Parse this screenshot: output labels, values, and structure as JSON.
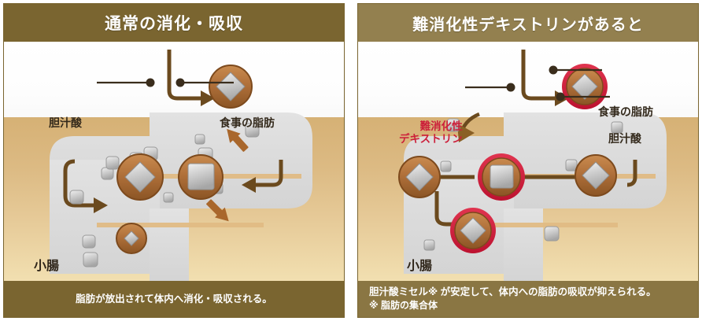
{
  "panels": [
    {
      "id": "normal",
      "header_title": "通常の消化・吸収",
      "header_color": "#7a6530",
      "labels": {
        "bile_acid": "胆汁酸",
        "dietary_fat": "食事の脂肪",
        "organ": "小腸"
      },
      "footer": {
        "line1": "脂肪が放出されて体内へ消化・吸収される。",
        "line2": ""
      }
    },
    {
      "id": "with-dextrin",
      "header_title": "難消化性デキストリンがあると",
      "header_color": "#93804f",
      "labels": {
        "dextrin_line1": "難消化性",
        "dextrin_line2": "デキストリン",
        "dietary_fat": "食事の脂肪",
        "bile_acid": "胆汁酸",
        "organ": "小腸"
      },
      "footer": {
        "line1": "胆汁酸ミセル※ が安定して、体内への脂肪の吸収が抑えられる。",
        "line2": "※ 脂肪の集合体"
      }
    }
  ],
  "colors": {
    "header_brown": "#7a6530",
    "header_brown_light": "#93804f",
    "tissue_top": "#d6b175",
    "tissue_bottom": "#f2e0b1",
    "lumen_gray": "#dcdcdc",
    "micelle_copper": "#b5723c",
    "micelle_copper_dark": "#8a5526",
    "fat_silver": "#c9c9c9",
    "dextrin_red": "#cc1f3a",
    "arrow_brown": "#6b4a1e",
    "arrow_orange": "#a9672c",
    "text_dark": "#33291b",
    "panel_border": "#7a6530"
  },
  "icon_names": {
    "micelle": "micelle-circle-icon",
    "fat_diamond": "fat-diamond-icon",
    "fat_square": "fat-square-icon",
    "dextrin_ring": "dextrin-red-ring-icon",
    "arrow": "flow-arrow-icon",
    "leader_dot": "leader-dot-icon"
  }
}
